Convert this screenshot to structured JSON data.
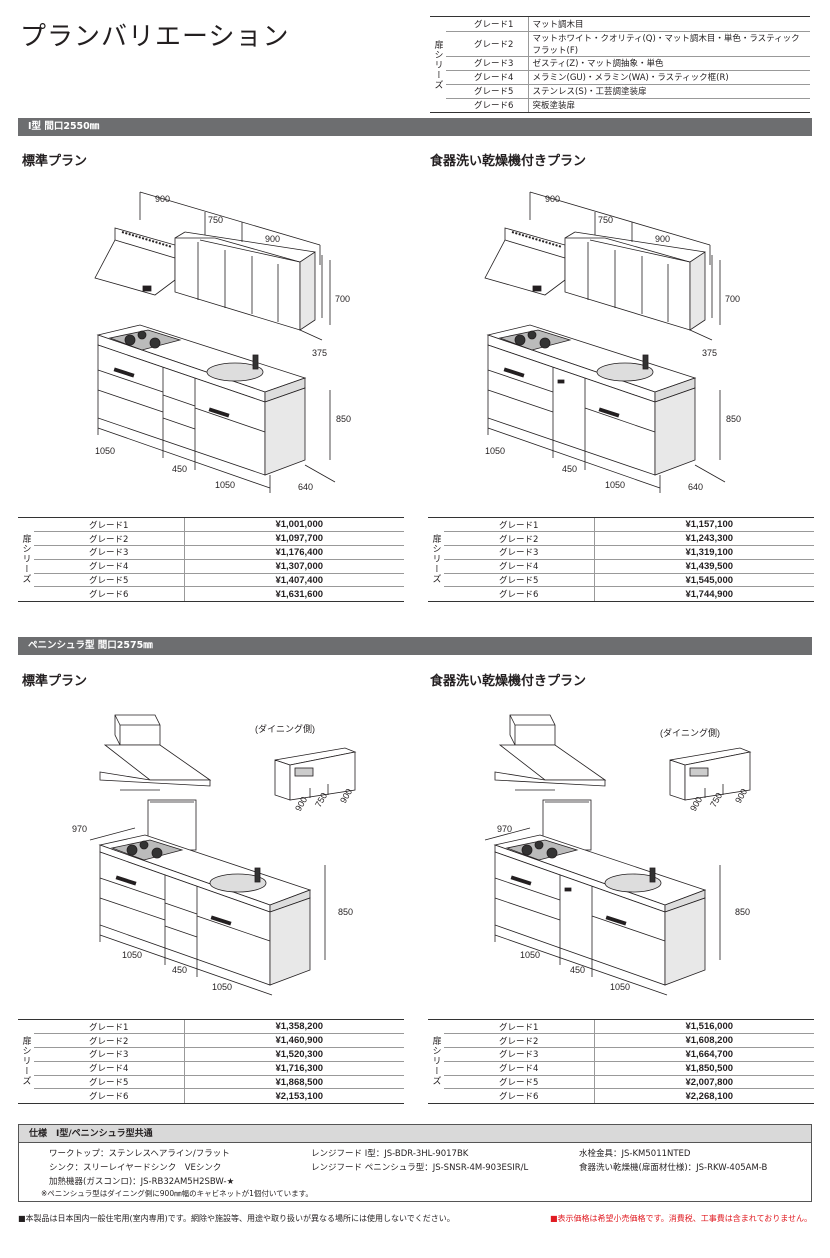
{
  "page_title": "プランバリエーション",
  "door_series_label": "扉シリーズ",
  "grade_legend": [
    {
      "grade": "グレード1",
      "desc": "マット調木目"
    },
    {
      "grade": "グレード2",
      "desc": "マットホワイト・クオリティ(Q)・マット調木目・単色・ラスティックフラット(F)"
    },
    {
      "grade": "グレード3",
      "desc": "ゼスティ(Z)・マット調抽象・単色"
    },
    {
      "grade": "グレード4",
      "desc": "メラミン(GU)・メラミン(WA)・ラスティック框(R)"
    },
    {
      "grade": "グレード5",
      "desc": "ステンレス(S)・工芸調塗装扉"
    },
    {
      "grade": "グレード6",
      "desc": "突板塗装扉"
    }
  ],
  "sections": [
    {
      "bar": "I型 間口2550㎜",
      "standard_title": "標準プラン",
      "dish_title": "食器洗い乾燥機付きプラン",
      "dims": {
        "top1": "900",
        "top2": "750",
        "top3": "900",
        "h_upper": "700",
        "d_upper": "375",
        "h_base": "850",
        "w1": "1050",
        "w2": "450",
        "w3": "1050",
        "d_base": "640"
      },
      "standard_prices": [
        "¥1,001,000",
        "¥1,097,700",
        "¥1,176,400",
        "¥1,307,000",
        "¥1,407,400",
        "¥1,631,600"
      ],
      "dish_prices": [
        "¥1,157,100",
        "¥1,243,300",
        "¥1,319,100",
        "¥1,439,500",
        "¥1,545,000",
        "¥1,744,900"
      ]
    },
    {
      "bar": "ペニンシュラ型 間口2575㎜",
      "standard_title": "標準プラン",
      "dish_title": "食器洗い乾燥機付きプラン",
      "dims": {
        "side": "970",
        "h_base": "850",
        "w1": "1050",
        "w2": "450",
        "w3": "1050",
        "dining_label": "(ダイニング側)",
        "dd1": "900",
        "dd2": "750",
        "dd3": "900"
      },
      "standard_prices": [
        "¥1,358,200",
        "¥1,460,900",
        "¥1,520,300",
        "¥1,716,300",
        "¥1,868,500",
        "¥2,153,100"
      ],
      "dish_prices": [
        "¥1,516,000",
        "¥1,608,200",
        "¥1,664,700",
        "¥1,850,500",
        "¥2,007,800",
        "¥2,268,100"
      ]
    }
  ],
  "grades": [
    "グレード1",
    "グレード2",
    "グレード3",
    "グレード4",
    "グレード5",
    "グレード6"
  ],
  "spec": {
    "head": "仕様　I型/ペニンシュラ型共通",
    "col1": [
      "ワークトップ：ステンレスヘアライン/フラット",
      "シンク：スリーレイヤードシンク　VEシンク",
      "加熱機器(ガスコンロ)：JS-RB32AM5H2SBW-★"
    ],
    "col2": [
      "レンジフード I型：JS-BDR-3HL-9017BK",
      "レンジフード ペニンシュラ型：JS-SNSR-4M-903ESIR/L"
    ],
    "col3": [
      "水栓金具：JS-KM5011NTED",
      "食器洗い乾燥機(扉面材仕様)：JS-RKW-405AM-B"
    ],
    "note": "※ペニンシュラ型はダイニング側に900㎜幅のキャビネットが1個付いています。"
  },
  "footer_left": "■本製品は日本国内一般住宅用(室内専用)です。網除や施設等、用途や取り扱いが異なる場所には使用しないでください。",
  "footer_right": "■表示価格は希望小売価格です。消費税、工事費は含まれておりません。",
  "colors": {
    "bar": "#6d6e70",
    "spec_head": "#d9d9d9",
    "footer_note": "#e01b22"
  }
}
